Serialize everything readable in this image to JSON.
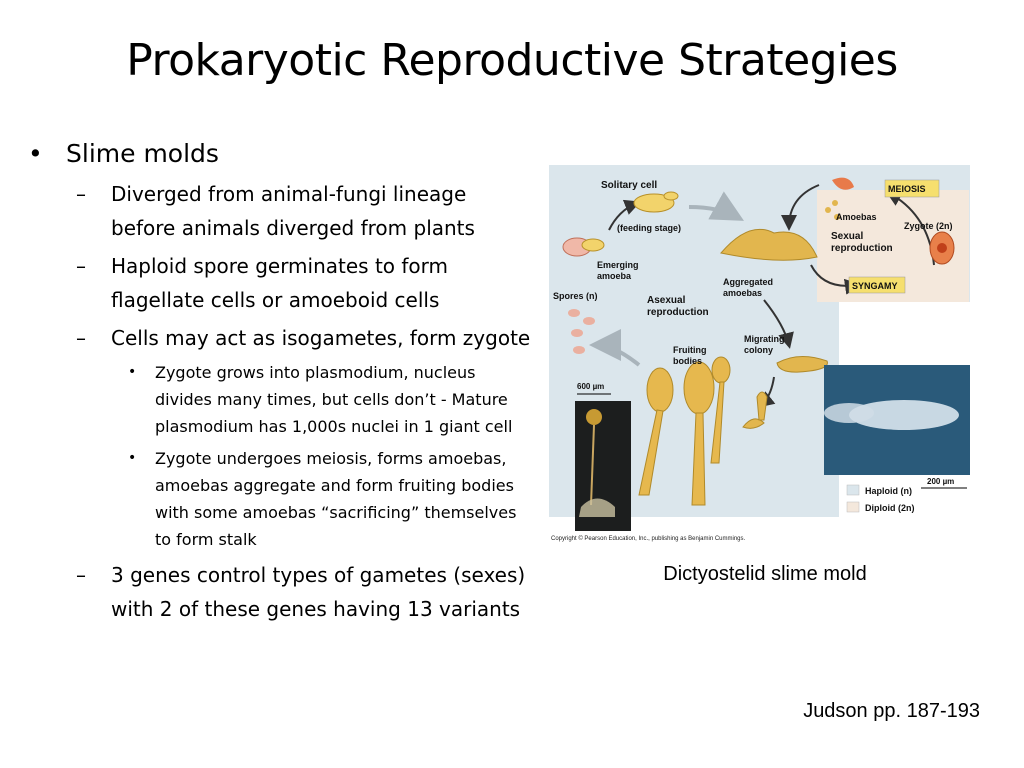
{
  "slide": {
    "title": "Prokaryotic Reproductive Strategies",
    "bullets": {
      "main": "Slime molds",
      "sub1": "Diverged from animal-fungi lineage before animals diverged from plants",
      "sub2": "Haploid spore germinates to form flagellate cells or amoeboid cells",
      "sub3": "Cells may act as isogametes, form zygote",
      "subsub1": "Zygote grows into plasmodium, nucleus divides many times, but cells don’t - Mature plasmodium has 1,000s nuclei in 1 giant cell",
      "subsub2": "Zygote undergoes meiosis, forms amoebas, amoebas aggregate and form fruiting bodies with some amoebas “sacrificing” themselves to form stalk",
      "sub4": "3 genes control types of gametes (sexes) with 2 of these genes having 13 variants"
    },
    "caption": "Dictyostelid slime mold",
    "reference": "Judson pp. 187-193"
  },
  "figure": {
    "labels": {
      "solitary_cell": "Solitary cell",
      "feeding_stage": "(feeding stage)",
      "emerging1": "Emerging",
      "emerging2": "amoeba",
      "spores": "Spores (n)",
      "asexual1": "Asexual",
      "asexual2": "reproduction",
      "aggregated1": "Aggregated",
      "aggregated2": "amoebas",
      "migrating1": "Migrating",
      "migrating2": "colony",
      "fruiting1": "Fruiting",
      "fruiting2": "bodies",
      "meiosis": "MEIOSIS",
      "amoebas": "Amoebas",
      "zygote": "Zygote (2n)",
      "sexual1": "Sexual",
      "sexual2": "reproduction",
      "syngamy": "SYNGAMY",
      "scale1": "600 µm",
      "scale2": "200 µm",
      "haploid": "Haploid (n)",
      "diploid": "Diploid (2n)",
      "copyright": "Copyright © Pearson Education, Inc., publishing as Benjamin Cummings."
    },
    "colors": {
      "haploid_bg": "#dbe6ec",
      "diploid_bg": "#f4e8dc",
      "label_box": "#f6df6e",
      "fruiting": "#e6b84e"
    }
  }
}
